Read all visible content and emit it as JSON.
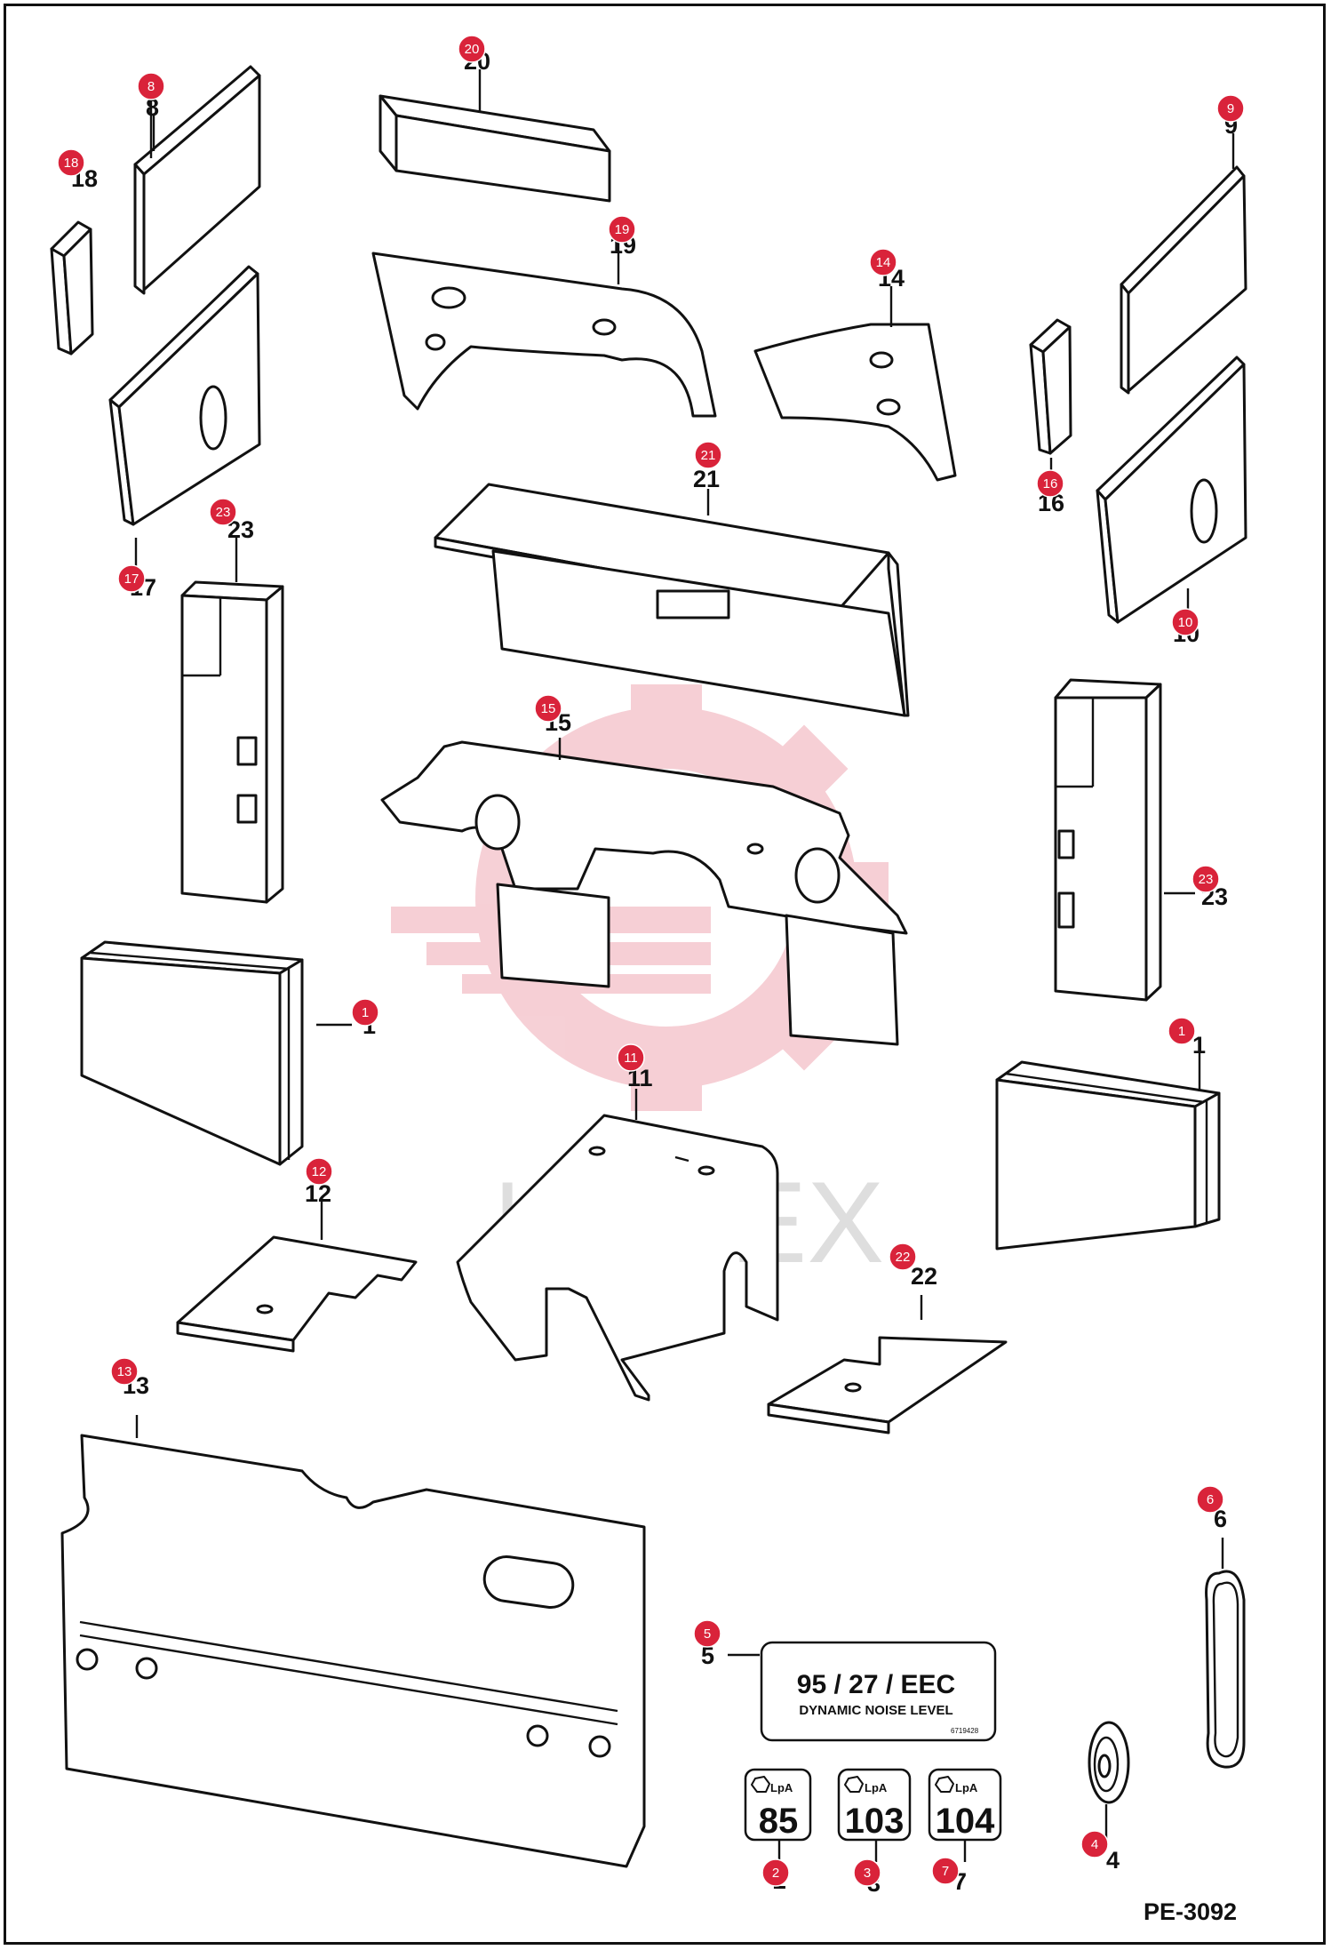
{
  "drawing_code": "PE-3092",
  "watermark_text": "ИНТЕХ",
  "colors": {
    "callout": "#d9233a",
    "watermark": "#f4c6cb",
    "line": "#111111"
  },
  "decal_5": {
    "title": "95 / 27 / EEC",
    "subtitle": "DYNAMIC NOISE LEVEL",
    "code": "6719428"
  },
  "noise_decals": [
    {
      "label": "LpA",
      "value": "85"
    },
    {
      "label": "LpA",
      "value": "103"
    },
    {
      "label": "LpA",
      "value": "104"
    }
  ],
  "callouts": [
    "8",
    "18",
    "20",
    "19",
    "14",
    "9",
    "16",
    "10",
    "21",
    "17",
    "23",
    "15",
    "23",
    "1",
    "1",
    "11",
    "12",
    "22",
    "13",
    "6",
    "5",
    "2",
    "3",
    "7",
    "4"
  ],
  "part_numbers": [
    "8",
    "18",
    "20",
    "19",
    "14",
    "9",
    "16",
    "10",
    "21",
    "17",
    "23",
    "15",
    "23",
    "1",
    "1",
    "11",
    "12",
    "22",
    "13",
    "6",
    "5",
    "2",
    "3",
    "7",
    "4"
  ]
}
